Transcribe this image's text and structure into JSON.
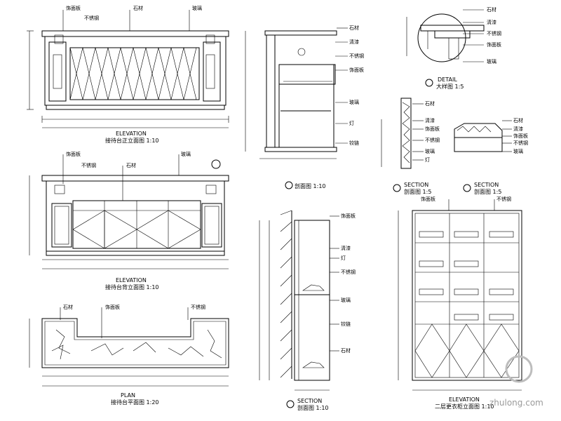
{
  "annotations": {
    "wood_veneer": "饰面板",
    "stone": "石材",
    "mirror_steel": "不锈钢",
    "glass": "玻璃",
    "lamp": "灯",
    "hinge": "铰链",
    "paint": "清漆"
  },
  "panels": {
    "elev_front": {
      "tag": "ELEVATION",
      "title": "接待台正立面图 1:10"
    },
    "elev_back": {
      "tag": "ELEVATION",
      "title": "接待台背立面图 1:10"
    },
    "plan": {
      "tag": "PLAN",
      "title": "接待台平面图 1:20"
    },
    "section_a": {
      "title": "剖面图 1:10"
    },
    "detail_b": {
      "tag": "DETAIL",
      "title": "大样图 1:5"
    },
    "section_c": {
      "tag": "SECTION",
      "title": "剖面图 1:5"
    },
    "section_d": {
      "tag": "SECTION",
      "title": "剖面图 1:5"
    },
    "section_e": {
      "tag": "SECTION",
      "title": "剖面图 1:10"
    },
    "elev_cabinet": {
      "tag": "ELEVATION",
      "title": "二层更衣柜立面图 1:10"
    }
  },
  "watermark": "zhulong.com"
}
